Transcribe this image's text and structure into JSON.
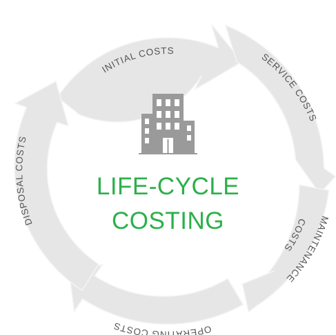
{
  "diagram": {
    "center_title_line1": "LIFE-CYCLE",
    "center_title_line2": "COSTING",
    "center_icon": "office-building-icon",
    "segments": [
      {
        "label": "INITIAL COSTS"
      },
      {
        "label": "SERVICE COSTS"
      },
      {
        "label": "MAINTENANCE"
      },
      {
        "label": "COSTS"
      },
      {
        "label": "OPERATING COSTS"
      },
      {
        "label": "DISPOSAL COSTS"
      }
    ],
    "colors": {
      "segment_fill": "#e6e6e6",
      "label_text": "#555555",
      "title_green": "#2bb04a",
      "icon_gray": "#9a9a9a"
    }
  }
}
